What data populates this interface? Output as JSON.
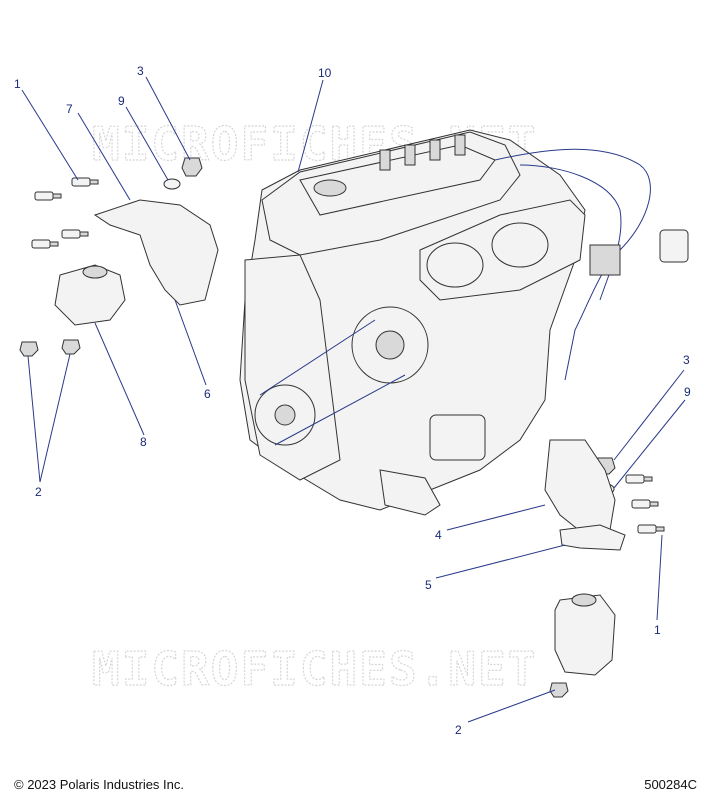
{
  "watermark": "MICROFICHES.NET",
  "callouts": {
    "c1a": "1",
    "c3a": "3",
    "c9a": "9",
    "c7": "7",
    "c10": "10",
    "c6": "6",
    "c8": "8",
    "c2a": "2",
    "c3b": "3",
    "c9b": "9",
    "c4": "4",
    "c5": "5",
    "c1b": "1",
    "c2b": "2"
  },
  "footer": {
    "copyright": "© 2023 Polaris Industries Inc.",
    "drawing_number": "500284C"
  }
}
